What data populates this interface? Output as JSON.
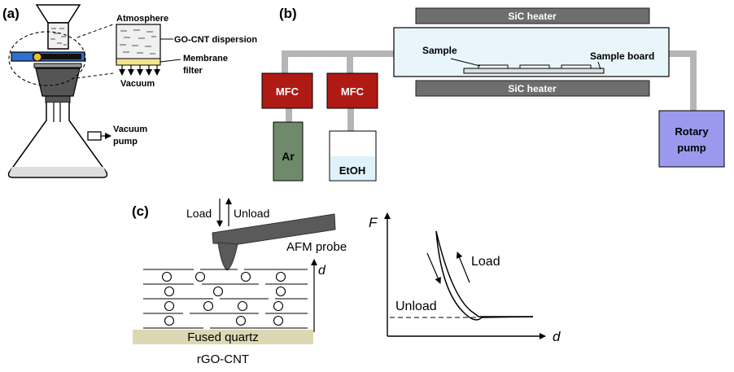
{
  "panel_a": {
    "label": "(a)",
    "atmosphere": "Atmosphere",
    "dispersion": "GO-CNT dispersion",
    "membrane_line1": "Membrane",
    "membrane_line2": "filter",
    "vacuum": "Vacuum",
    "pump_line1": "Vacuum",
    "pump_line2": "pump"
  },
  "panel_b": {
    "label": "(b)",
    "heater_top": "SiC heater",
    "heater_bottom": "SiC heater",
    "sample": "Sample",
    "sample_board": "Sample board",
    "mfc_1": "MFC",
    "mfc_2": "MFC",
    "ar": "Ar",
    "etoh": "EtOH",
    "rotary_line1": "Rotary",
    "rotary_line2": "pump"
  },
  "panel_c": {
    "label": "(c)",
    "load": "Load",
    "unload": "Unload",
    "afm_probe": "AFM probe",
    "d_label": "d",
    "substrate": "Fused quartz",
    "material": "rGO-CNT",
    "plot_y": "F",
    "plot_x": "d",
    "plot_load": "Load",
    "plot_unload": "Unload"
  },
  "colors": {
    "heater": "#6e6e6e",
    "tube": "#e8f6fc",
    "mfc": "#b01a14",
    "ar_cylinder": "#6f8a6a",
    "etoh_liquid": "#dff1fb",
    "rotary_pump": "#9a99ee",
    "pipe": "#b5b5b5",
    "clamp": "#2f6fd0",
    "quartz": "#dcd8b4"
  }
}
